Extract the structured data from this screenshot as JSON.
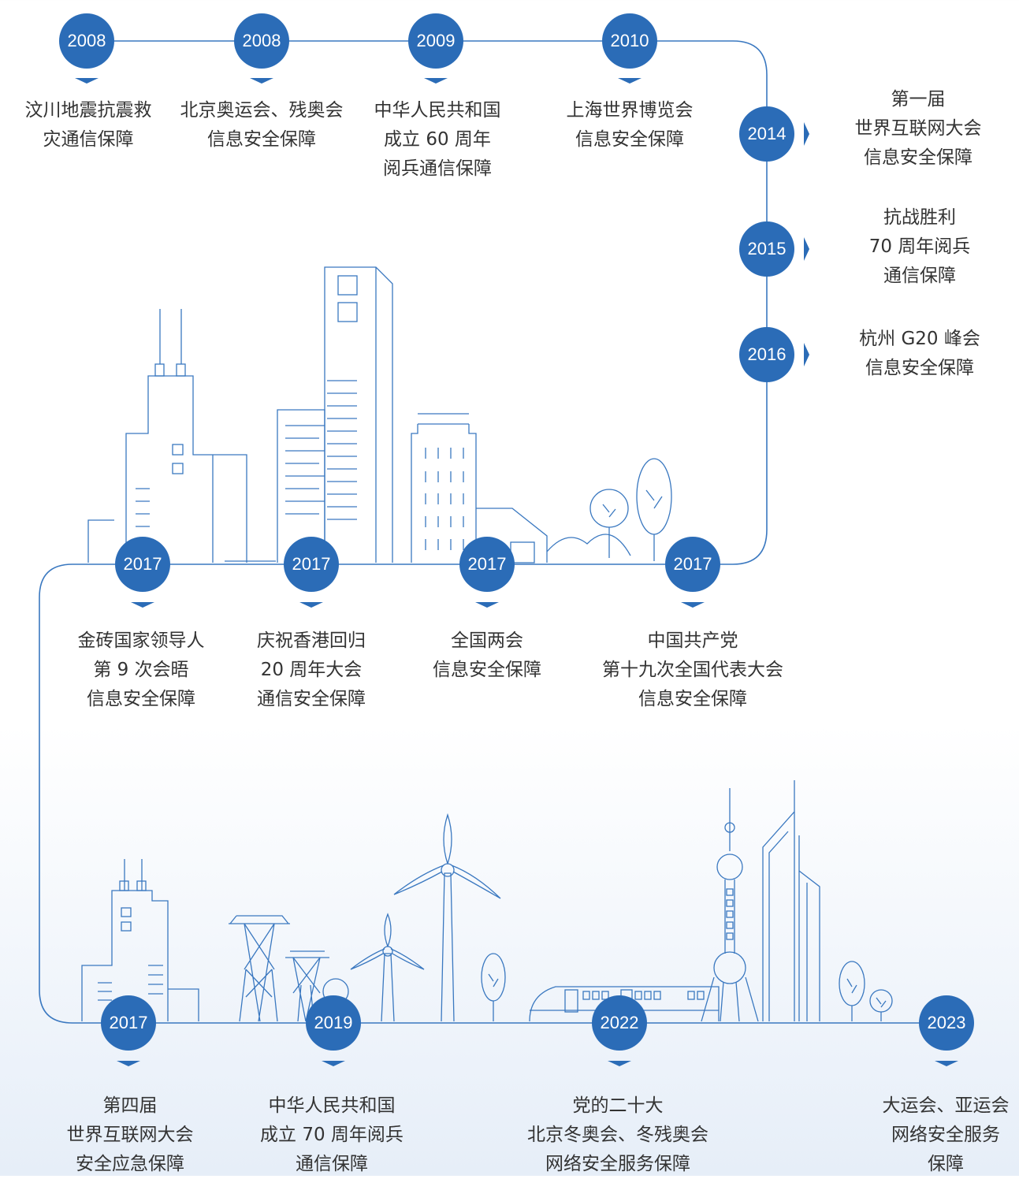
{
  "colors": {
    "accent": "#2b6cb7",
    "text": "#333333",
    "line": "#3a78c0"
  },
  "milestones": [
    {
      "year": "2008",
      "lines": [
        "汶川地震抗震救",
        "灾通信保障"
      ]
    },
    {
      "year": "2008",
      "lines": [
        "北京奥运会、残奥会",
        "信息安全保障"
      ]
    },
    {
      "year": "2009",
      "lines": [
        "中华人民共和国",
        "成立 60 周年",
        "阅兵通信保障"
      ]
    },
    {
      "year": "2010",
      "lines": [
        "上海世界博览会",
        "信息安全保障"
      ]
    },
    {
      "year": "2014",
      "lines": [
        "第一届",
        "世界互联网大会",
        "信息安全保障"
      ]
    },
    {
      "year": "2015",
      "lines": [
        "抗战胜利",
        "70 周年阅兵",
        "通信保障"
      ]
    },
    {
      "year": "2016",
      "lines": [
        "杭州 G20 峰会",
        "信息安全保障"
      ]
    },
    {
      "year": "2017",
      "lines": [
        "中国共产党",
        "第十九次全国代表大会",
        "信息安全保障"
      ]
    },
    {
      "year": "2017",
      "lines": [
        "全国两会",
        "信息安全保障"
      ]
    },
    {
      "year": "2017",
      "lines": [
        "庆祝香港回归",
        "20 周年大会",
        "通信安全保障"
      ]
    },
    {
      "year": "2017",
      "lines": [
        "金砖国家领导人",
        "第 9 次会晤",
        "信息安全保障"
      ]
    },
    {
      "year": "2017",
      "lines": [
        "第四届",
        "世界互联网大会",
        "安全应急保障"
      ]
    },
    {
      "year": "2019",
      "lines": [
        "中华人民共和国",
        "成立 70 周年阅兵",
        "通信保障"
      ]
    },
    {
      "year": "2022",
      "lines": [
        "党的二十大",
        "北京冬奥会、冬残奥会",
        "网络安全服务保障"
      ]
    },
    {
      "year": "2023",
      "lines": [
        "大运会、亚运会",
        "网络安全服务",
        "保障"
      ]
    }
  ]
}
